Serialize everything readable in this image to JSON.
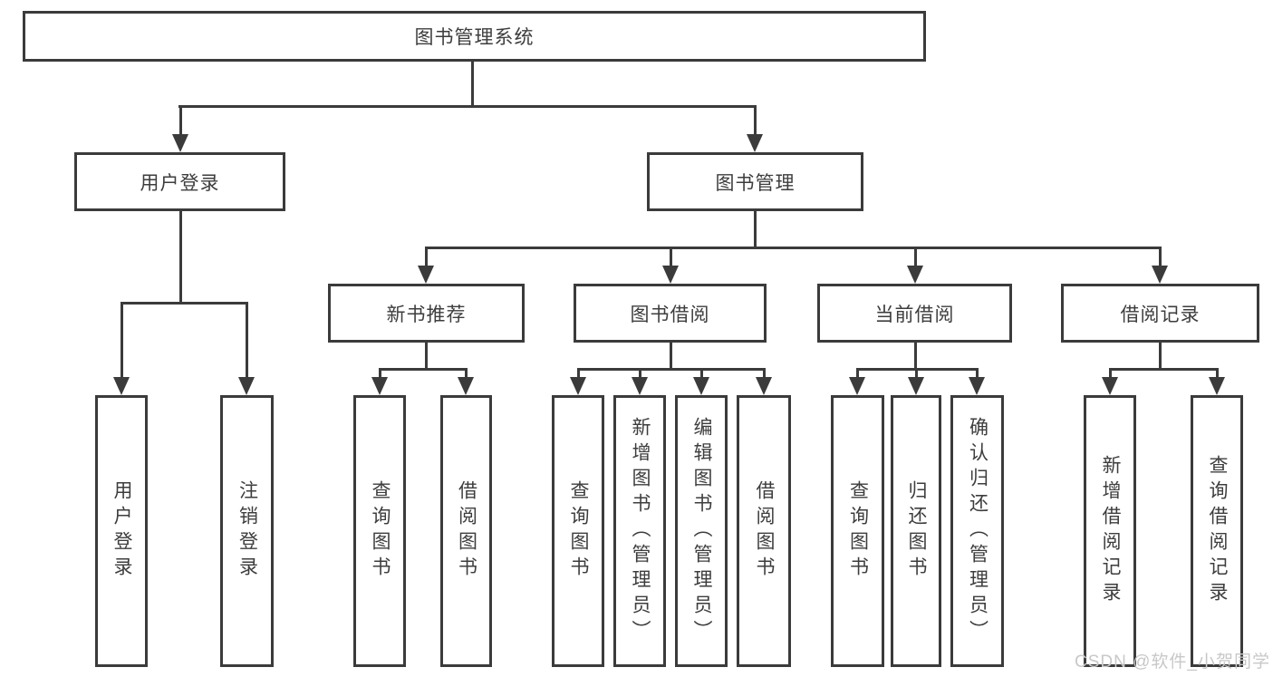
{
  "diagram": {
    "type": "hierarchy-tree",
    "root": {
      "label": "图书管理系统"
    },
    "children": [
      {
        "label": "用户登录",
        "children": [
          {
            "label": "用户登录"
          },
          {
            "label": "注销登录"
          }
        ]
      },
      {
        "label": "图书管理",
        "children": [
          {
            "label": "新书推荐",
            "children": [
              {
                "label": "查询图书"
              },
              {
                "label": "借阅图书"
              }
            ]
          },
          {
            "label": "图书借阅",
            "children": [
              {
                "label": "查询图书"
              },
              {
                "label": "新增图书（管理员）"
              },
              {
                "label": "编辑图书（管理员）"
              },
              {
                "label": "借阅图书"
              }
            ]
          },
          {
            "label": "当前借阅",
            "children": [
              {
                "label": "查询图书"
              },
              {
                "label": "归还图书"
              },
              {
                "label": "确认归还（管理员）"
              }
            ]
          },
          {
            "label": "借阅记录",
            "children": [
              {
                "label": "新增借阅记录"
              },
              {
                "label": "查询借阅记录"
              }
            ]
          }
        ]
      }
    ]
  },
  "watermark": {
    "text": "CSDN @软件_小贺同学"
  },
  "colors": {
    "line": "#3b3b3b",
    "text": "#3d3d3d",
    "background": "#ffffff",
    "watermark": "#c8c8c8"
  }
}
